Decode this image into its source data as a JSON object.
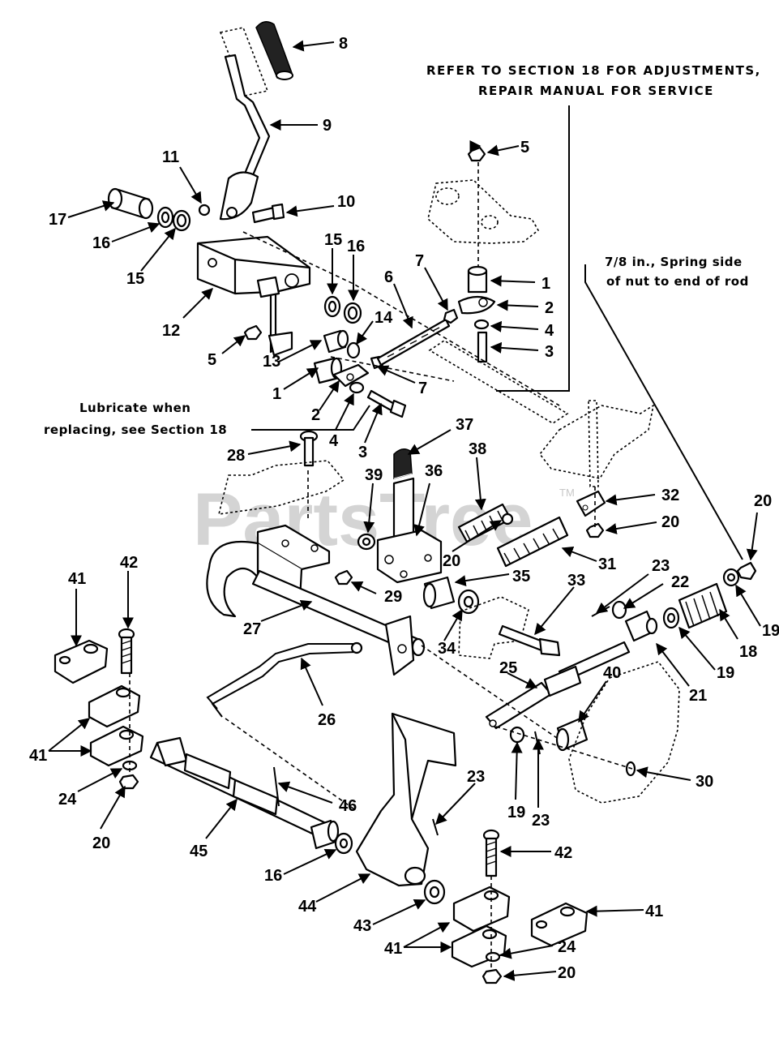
{
  "watermark": {
    "brand": "PartsTree",
    "tm": "TM"
  },
  "notes": {
    "adjust_line1": "REFER TO SECTION 18 FOR ADJUSTMENTS,",
    "adjust_line2": "REPAIR MANUAL FOR SERVICE",
    "spring_line1": "7/8 in., Spring  side",
    "spring_line2": "of nut to end of rod",
    "lube_line1": "Lubricate when",
    "lube_line2": "replacing, see Section 18"
  },
  "callouts": [
    {
      "id": "c8",
      "label": "8"
    },
    {
      "id": "c9",
      "label": "9"
    },
    {
      "id": "c11",
      "label": "11"
    },
    {
      "id": "c10",
      "label": "10"
    },
    {
      "id": "c17",
      "label": "17"
    },
    {
      "id": "c16a",
      "label": "16"
    },
    {
      "id": "c15a",
      "label": "15"
    },
    {
      "id": "c12",
      "label": "12"
    },
    {
      "id": "c15b",
      "label": "15"
    },
    {
      "id": "c16b",
      "label": "16"
    },
    {
      "id": "c5a",
      "label": "5"
    },
    {
      "id": "c5b",
      "label": "5"
    },
    {
      "id": "c6",
      "label": "6"
    },
    {
      "id": "c7a",
      "label": "7"
    },
    {
      "id": "c1a",
      "label": "1"
    },
    {
      "id": "c2a",
      "label": "2"
    },
    {
      "id": "c4a",
      "label": "4"
    },
    {
      "id": "c3a",
      "label": "3"
    },
    {
      "id": "c14",
      "label": "14"
    },
    {
      "id": "c13",
      "label": "13"
    },
    {
      "id": "c7b",
      "label": "7"
    },
    {
      "id": "c1b",
      "label": "1"
    },
    {
      "id": "c2b",
      "label": "2"
    },
    {
      "id": "c4b",
      "label": "4"
    },
    {
      "id": "c3b",
      "label": "3"
    },
    {
      "id": "c28",
      "label": "28"
    },
    {
      "id": "c37",
      "label": "37"
    },
    {
      "id": "c38",
      "label": "38"
    },
    {
      "id": "c39",
      "label": "39"
    },
    {
      "id": "c36",
      "label": "36"
    },
    {
      "id": "c32",
      "label": "32"
    },
    {
      "id": "c20a",
      "label": "20"
    },
    {
      "id": "c20b",
      "label": "20"
    },
    {
      "id": "c20c",
      "label": "20"
    },
    {
      "id": "c31",
      "label": "31"
    },
    {
      "id": "c35",
      "label": "35"
    },
    {
      "id": "c29",
      "label": "29"
    },
    {
      "id": "c23a",
      "label": "23"
    },
    {
      "id": "c22",
      "label": "22"
    },
    {
      "id": "c33",
      "label": "33"
    },
    {
      "id": "c19a",
      "label": "19"
    },
    {
      "id": "c18",
      "label": "18"
    },
    {
      "id": "c19b",
      "label": "19"
    },
    {
      "id": "c21",
      "label": "21"
    },
    {
      "id": "c27",
      "label": "27"
    },
    {
      "id": "c34",
      "label": "34"
    },
    {
      "id": "c41a",
      "label": "41"
    },
    {
      "id": "c42a",
      "label": "42"
    },
    {
      "id": "c40",
      "label": "40"
    },
    {
      "id": "c25",
      "label": "25"
    },
    {
      "id": "c26",
      "label": "26"
    },
    {
      "id": "c41b",
      "label": "41"
    },
    {
      "id": "c24a",
      "label": "24"
    },
    {
      "id": "c20d",
      "label": "20"
    },
    {
      "id": "c19c",
      "label": "19"
    },
    {
      "id": "c23b",
      "label": "23"
    },
    {
      "id": "c30",
      "label": "30"
    },
    {
      "id": "c23c",
      "label": "23"
    },
    {
      "id": "c46",
      "label": "46"
    },
    {
      "id": "c45",
      "label": "45"
    },
    {
      "id": "c16c",
      "label": "16"
    },
    {
      "id": "c42b",
      "label": "42"
    },
    {
      "id": "c44",
      "label": "44"
    },
    {
      "id": "c41c",
      "label": "41"
    },
    {
      "id": "c43",
      "label": "43"
    },
    {
      "id": "c41d",
      "label": "41"
    },
    {
      "id": "c24b",
      "label": "24"
    },
    {
      "id": "c20e",
      "label": "20"
    }
  ]
}
